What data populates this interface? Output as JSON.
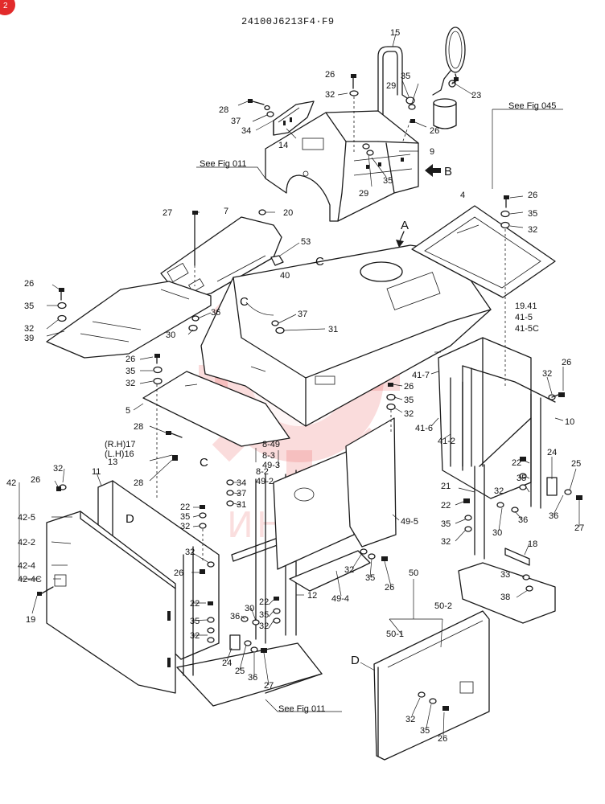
{
  "badge": "2",
  "drawing_number": "24100J6213F4·F9",
  "references": [
    {
      "id": "fig045",
      "text": "See Fig 045"
    },
    {
      "id": "fig011_top",
      "text": "See Fig 011"
    },
    {
      "id": "fig011_bottom",
      "text": "See Fig 011"
    }
  ],
  "view_markers": [
    "A",
    "B",
    "C",
    "C",
    "C",
    "D",
    "D"
  ],
  "watermark_text": "ИНТЕХ",
  "callouts": [
    "15",
    "26",
    "35",
    "32",
    "29",
    "23",
    "28",
    "37",
    "34",
    "14",
    "26",
    "9",
    "29",
    "35",
    "4",
    "26",
    "35",
    "32",
    "27",
    "7",
    "20",
    "53",
    "40",
    "26",
    "35",
    "32",
    "39",
    "36",
    "30",
    "37",
    "31",
    "19.41",
    "41-5",
    "41-5C",
    "26",
    "35",
    "32",
    "41-7",
    "26",
    "35",
    "32",
    "5",
    "41-6",
    "26",
    "32",
    "10",
    "41-2",
    "28",
    "(R.H)17",
    "(L.H)16",
    "13",
    "8-49",
    "8-3",
    "49-3",
    "8-2",
    "49-2",
    "28",
    "32",
    "26",
    "11",
    "34",
    "37",
    "31",
    "22",
    "35",
    "32",
    "42",
    "42-5",
    "42-2",
    "42-4",
    "42-4C",
    "19",
    "32",
    "26",
    "49-5",
    "22",
    "35",
    "32",
    "24",
    "25",
    "36",
    "27",
    "21",
    "22",
    "35",
    "32",
    "30",
    "36",
    "18",
    "33",
    "38",
    "12",
    "49-4",
    "32",
    "35",
    "26",
    "50",
    "50-2",
    "50-1",
    "22",
    "35",
    "32",
    "36",
    "30",
    "35",
    "32",
    "22",
    "24",
    "25",
    "36",
    "27",
    "32",
    "35",
    "26"
  ],
  "colors": {
    "line": "#1a1a1a",
    "badge": "#e22b2b",
    "watermark": "#e23b3b"
  }
}
